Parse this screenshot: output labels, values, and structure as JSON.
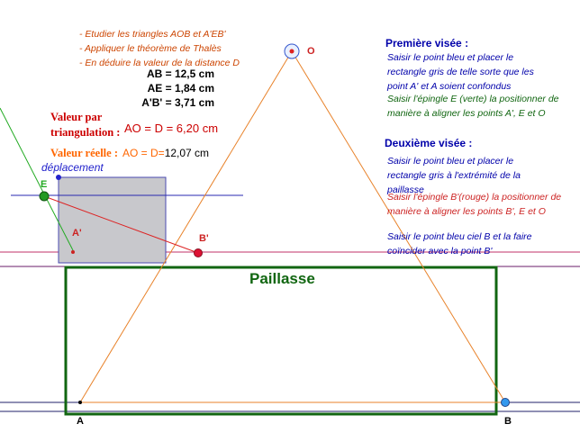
{
  "tasks": [
    "- Etudier les triangles AOB et A'EB'",
    "- Appliquer le théorème de Thalès",
    "- En déduire la valeur de la distance D"
  ],
  "measurements": [
    "AB = 12,5 cm",
    "AE = 1,84 cm",
    "A'B' = 3,71 cm"
  ],
  "triangulation": {
    "label_line1": "Valeur par",
    "label_line2": "triangulation :",
    "value": "AO = D = 6,20 cm"
  },
  "real_value": {
    "label": "Valeur réelle :",
    "prefix": "AO = D=",
    "value": "12,07 cm"
  },
  "deplacement": "déplacement",
  "paillasse": "Paillasse",
  "points": {
    "O": "O",
    "E": "E",
    "A_prime": "A'",
    "B_prime": "B'",
    "A": "A",
    "B": "B"
  },
  "first_sight": {
    "title": "Première visée :",
    "instruction1": [
      "Saisir le point bleu et placer le",
      "rectangle gris de telle sorte que les",
      "point A' et A soient confondus"
    ],
    "instruction2": [
      "Saisir l'épingle E (verte) la positionner de",
      "manière à aligner les points A', E et O"
    ]
  },
  "second_sight": {
    "title": "Deuxième visée :",
    "instruction1": [
      "Saisir le point bleu et placer le",
      "rectangle gris à l'extrémité de la",
      "paillasse"
    ],
    "instruction2": [
      "Saisir l'épingle B'(rouge) la positionner de",
      "manière à aligner les points B', E et O"
    ],
    "instruction3": [
      "Saisir le point bleu ciel B et la faire",
      "coïncider avec la point B'"
    ]
  },
  "colors": {
    "triangle": "#e8822a",
    "paillasse": "#116611",
    "grey_rect": "#c8c8cc",
    "grey_border": "#4a4ab0",
    "pin_green": "#22aa22",
    "pin_red": "#dd1133",
    "point_blue": "#2222cc",
    "sky_blue": "#3399ee",
    "red_line": "#dd2222",
    "navy": "#00008b",
    "magenta": "#c0306a"
  }
}
